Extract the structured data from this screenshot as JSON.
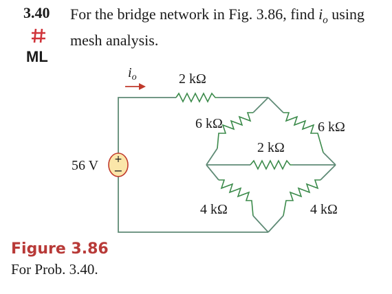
{
  "problem": {
    "number": "3.40",
    "text": "For the bridge network in Fig. 3.86, find i_o using mesh analysis.",
    "text_before": "For the bridge network in Fig. 3.86, find ",
    "var_main": "i",
    "var_sub": "o",
    "text_after": " using mesh analysis.",
    "badge": "ML"
  },
  "circuit": {
    "current_label_main": "i",
    "current_label_sub": "o",
    "source_label": "56 V",
    "source_plus": "+",
    "source_minus": "−",
    "r_top": "2 kΩ",
    "r_upper_left": "6 kΩ",
    "r_upper_right": "6 kΩ",
    "r_middle": "2 kΩ",
    "r_lower_left": "4 kΩ",
    "r_lower_right": "4 kΩ"
  },
  "figure": {
    "title": "Figure 3.86",
    "caption": "For Prob. 3.40."
  },
  "colors": {
    "wire": "#5e8a75",
    "resistor": "#3b8a4a",
    "source_fill": "#fbe6a9",
    "source_stroke": "#c0392b",
    "arrow": "#c0392b",
    "hash": "#d0343a",
    "figure_title": "#b83a38"
  }
}
